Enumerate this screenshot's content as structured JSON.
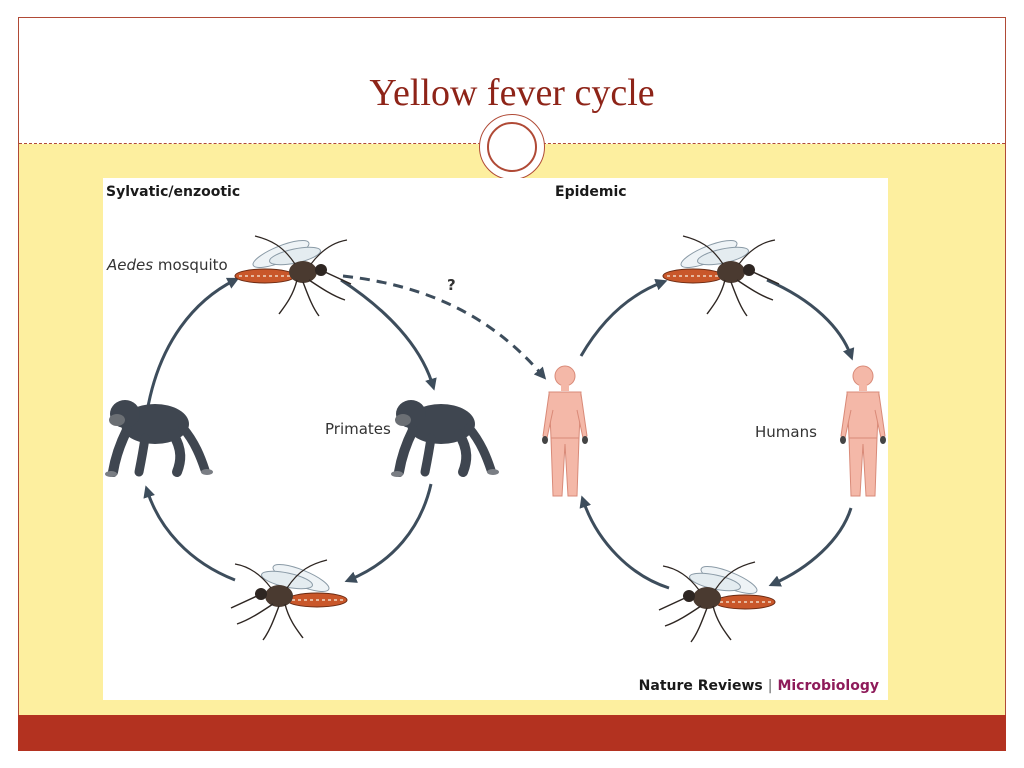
{
  "slide": {
    "title": "Yellow fever cycle",
    "colors": {
      "title": "#8e2418",
      "accent_rule": "#b04a36",
      "content_band": "#fdef9f",
      "footer_bar": "#b33220",
      "arrow": "#3d4d5c"
    }
  },
  "figure": {
    "panels": [
      {
        "header": "Sylvatic/enzootic",
        "host_label": "Primates",
        "vector_label_italic": "Aedes",
        "vector_label_rest": " mosquito"
      },
      {
        "header": "Epidemic",
        "host_label": "Humans"
      }
    ],
    "spillover_label": "?",
    "credit": {
      "journal": "Nature Reviews",
      "separator": "|",
      "section": "Microbiology",
      "section_color": "#8e1b5a"
    },
    "icons": [
      "mosquito-icon",
      "chimpanzee-icon",
      "human-figure-icon"
    ]
  }
}
